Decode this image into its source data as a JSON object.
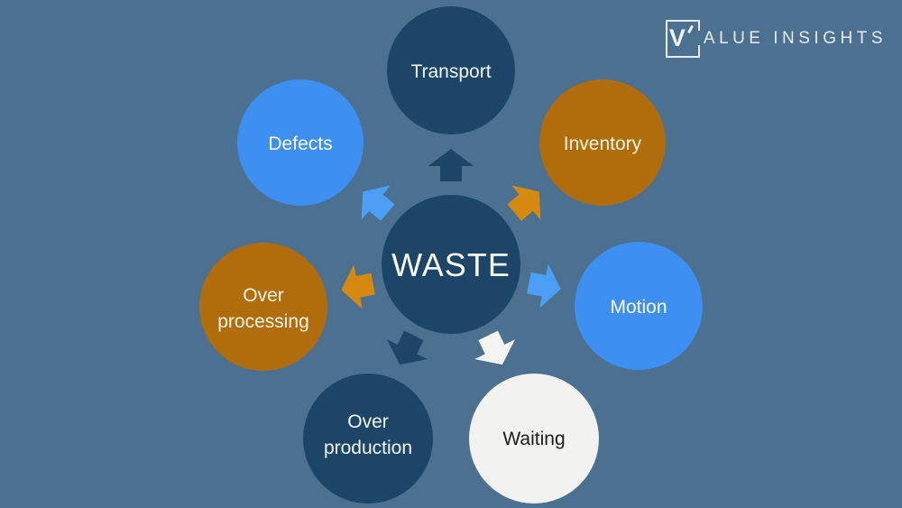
{
  "colors": {
    "background": "#4b7090"
  },
  "brand": {
    "mark_letter": "V",
    "name_rest": "ALUE INSIGHTS",
    "color": "#e7edf3"
  },
  "center": {
    "label": "WASTE",
    "fill": "#1c4568",
    "text_color": "#fbfdfe"
  },
  "nodes": [
    {
      "id": "transport",
      "label": "Transport",
      "lines": [
        "Transport"
      ],
      "fill": "#1c4568",
      "text_color": "#f3f9fc",
      "arrow_color": "#1c4568"
    },
    {
      "id": "inventory",
      "label": "Inventory",
      "lines": [
        "Inventory"
      ],
      "fill": "#b16d0c",
      "text_color": "#fdf5e6",
      "arrow_color": "#d6890f"
    },
    {
      "id": "motion",
      "label": "Motion",
      "lines": [
        "Motion"
      ],
      "fill": "#3d8ff2",
      "text_color": "#ffffff",
      "arrow_color": "#4d9ff6"
    },
    {
      "id": "waiting",
      "label": "Waiting",
      "lines": [
        "Waiting"
      ],
      "fill": "#f2f2f0",
      "text_color": "#1c1c1e",
      "arrow_color": "#f4f4f2"
    },
    {
      "id": "over-production",
      "label": "Over production",
      "lines": [
        "Over",
        "production"
      ],
      "fill": "#1c4568",
      "text_color": "#f3f9fc",
      "arrow_color": "#1c4568"
    },
    {
      "id": "over-processing",
      "label": "Over processing",
      "lines": [
        "Over",
        "processing"
      ],
      "fill": "#b16d0c",
      "text_color": "#fdf5e6",
      "arrow_color": "#d6890f"
    },
    {
      "id": "defects",
      "label": "Defects",
      "lines": [
        "Defects"
      ],
      "fill": "#3d8ff2",
      "text_color": "#ffffff",
      "arrow_color": "#4d9ff6"
    }
  ]
}
